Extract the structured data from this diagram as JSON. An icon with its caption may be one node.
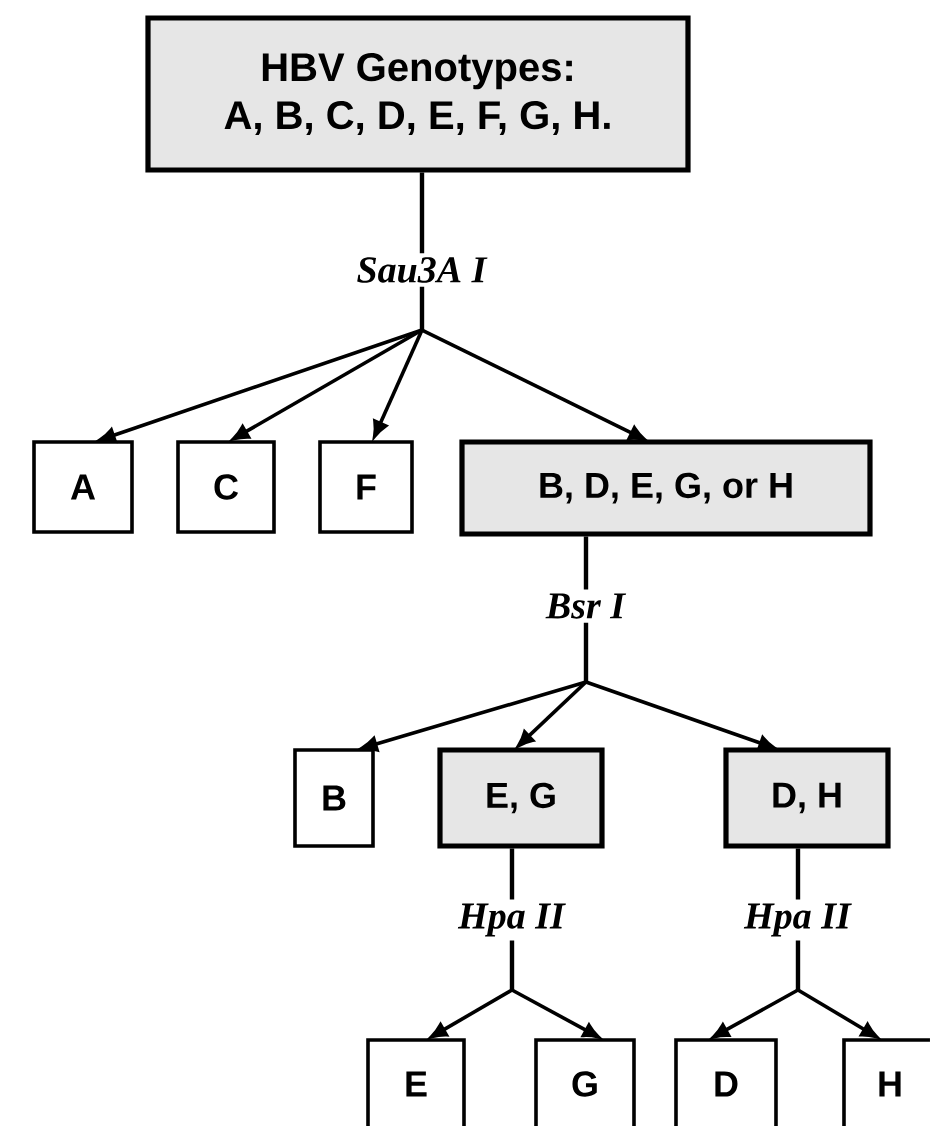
{
  "diagram": {
    "nodes": [
      {
        "text": [
          "HBV Genotypes:",
          "A, B, C, D, E, F, G, H."
        ]
      },
      {
        "text": [
          "A"
        ]
      },
      {
        "text": [
          "C"
        ]
      },
      {
        "text": [
          "F"
        ]
      },
      {
        "text": [
          "B, D, E, G, or H"
        ]
      },
      {
        "text": [
          "B"
        ]
      },
      {
        "text": [
          "E, G"
        ]
      },
      {
        "text": [
          "D, H"
        ]
      },
      {
        "text": [
          "E"
        ]
      },
      {
        "text": [
          "G"
        ]
      },
      {
        "text": [
          "D"
        ]
      },
      {
        "text": [
          "H"
        ]
      }
    ],
    "edges": [
      {
        "from": 0,
        "to": 1,
        "arrow": "to",
        "label": "*Sau3A I*"
      },
      {
        "from": 0,
        "to": 2,
        "arrow": "to"
      },
      {
        "from": 0,
        "to": 3,
        "arrow": "to"
      },
      {
        "from": 0,
        "to": 4,
        "arrow": "to"
      },
      {
        "from": 4,
        "to": 5,
        "arrow": "to",
        "label": "*Bsr I*"
      },
      {
        "from": 4,
        "to": 6,
        "arrow": "to"
      },
      {
        "from": 4,
        "to": 7,
        "arrow": "to"
      },
      {
        "from": 6,
        "to": 8,
        "arrow": "to",
        "label": "*Hpa II*"
      },
      {
        "from": 6,
        "to": 9,
        "arrow": "to"
      },
      {
        "from": 7,
        "to": 10,
        "arrow": "to",
        "label": "*Hpa II*"
      },
      {
        "from": 7,
        "to": 11,
        "arrow": "to"
      }
    ]
  }
}
